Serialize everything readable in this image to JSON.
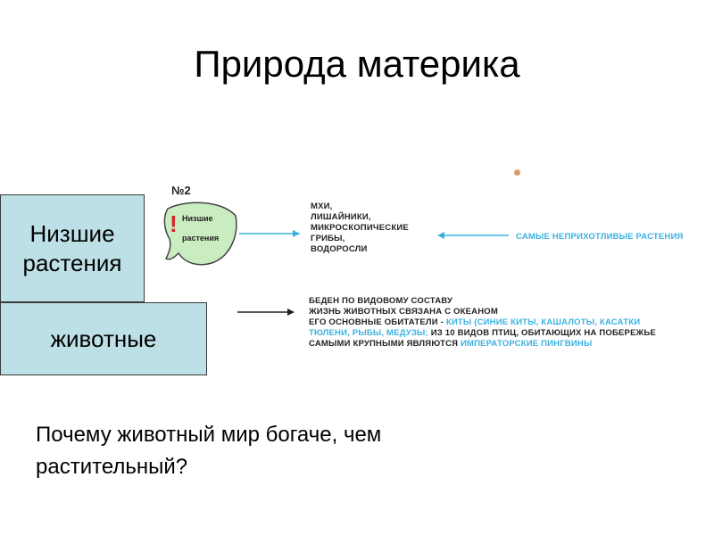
{
  "title": "Природа материка",
  "boxes": {
    "plants": "Низшие растения",
    "animals": "животные"
  },
  "scan": {
    "number": "№2",
    "leaf_line1": "Низшие",
    "leaf_line2": "растения",
    "plants_list": [
      "мхи,",
      "лишайники,",
      "микроскопические",
      "грибы,",
      "водоросли"
    ],
    "plants_note": "Самые неприхотливые растения",
    "animals_lines": [
      "Беден по видовому составу",
      "жизнь животных связана с океаном",
      "его основные обитатели -",
      "киты (синие киты, кашалоты, касатки",
      "тюлени, рыбы, медузы;",
      "из 10 видов птиц, обитающих на побережье",
      "самыми крупными являются",
      "императорские пингвины"
    ]
  },
  "question": "Почему животный мир богаче, чем растительный?",
  "colors": {
    "box_fill": "#bde0e6",
    "accent_blue": "#3ab2e0",
    "leaf_fill": "#c9ecc0",
    "exclamation": "#d9262d"
  }
}
